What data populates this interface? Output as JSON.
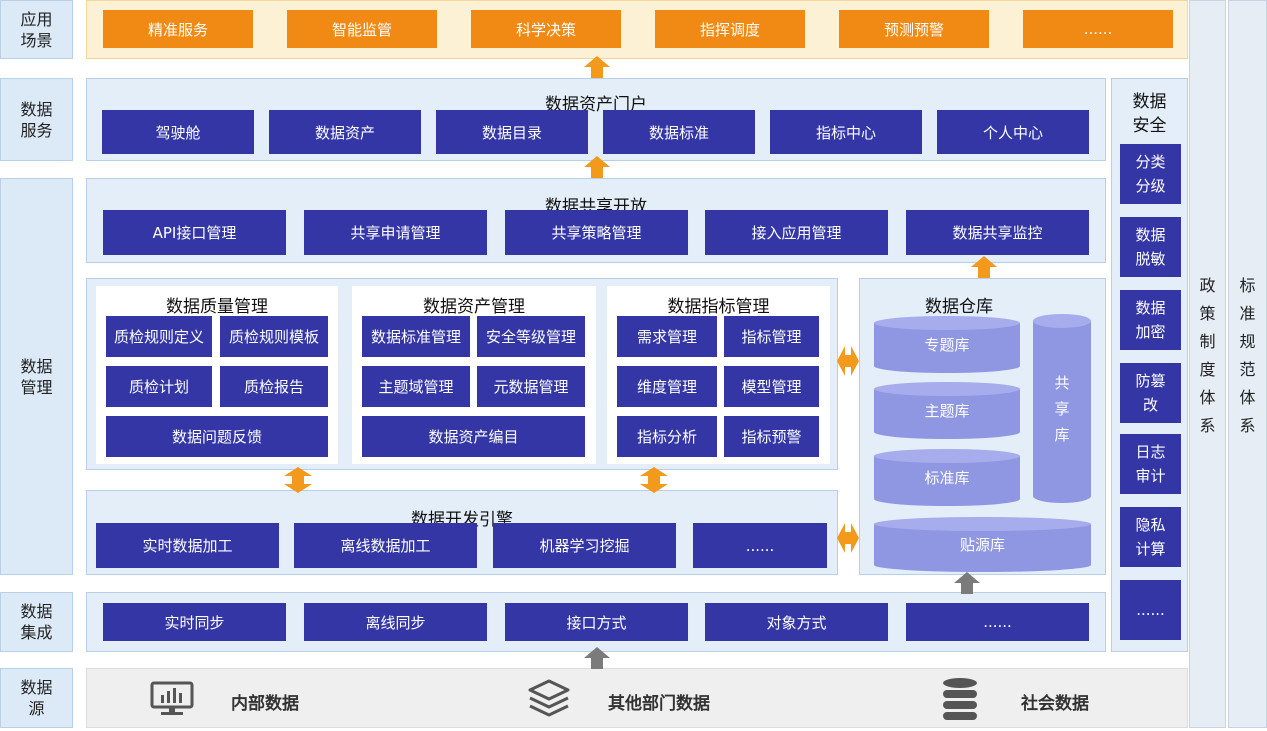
{
  "rows": {
    "app": "应用\n场景",
    "service": "数据\n服务",
    "manage": "数据\n管理",
    "integrate": "数据\n集成",
    "source": "数据\n源"
  },
  "app_scenes": [
    "精准服务",
    "智能监管",
    "科学决策",
    "指挥调度",
    "预测预警",
    "......"
  ],
  "portal": {
    "title": "数据资产门户",
    "items": [
      "驾驶舱",
      "数据资产",
      "数据目录",
      "数据标准",
      "指标中心",
      "个人中心"
    ]
  },
  "sharing": {
    "title": "数据共享开放",
    "items": [
      "API接口管理",
      "共享申请管理",
      "共享策略管理",
      "接入应用管理",
      "数据共享监控"
    ]
  },
  "quality": {
    "title": "数据质量管理",
    "items": [
      "质检规则定义",
      "质检规则模板",
      "质检计划",
      "质检报告"
    ],
    "wide": "数据问题反馈"
  },
  "asset": {
    "title": "数据资产管理",
    "items": [
      "数据标准管理",
      "安全等级管理",
      "主题域管理",
      "元数据管理"
    ],
    "wide": "数据资产编目"
  },
  "indicator": {
    "title": "数据指标管理",
    "items": [
      "需求管理",
      "指标管理",
      "维度管理",
      "模型管理",
      "指标分析",
      "指标预警"
    ]
  },
  "warehouse": {
    "title": "数据仓库",
    "dbs": [
      "专题库",
      "主题库",
      "标准库"
    ],
    "shared": "共\n享\n库",
    "source": "贴源库"
  },
  "dev_engine": {
    "title": "数据开发引擎",
    "items": [
      "实时数据加工",
      "离线数据加工",
      "机器学习挖掘",
      "......"
    ]
  },
  "integration": {
    "items": [
      "实时同步",
      "离线同步",
      "接口方式",
      "对象方式",
      "......"
    ]
  },
  "sources": [
    "内部数据",
    "其他部门数据",
    "社会数据"
  ],
  "security": {
    "title": "数据\n安全",
    "items": [
      "分类\n分级",
      "数据\n脱敏",
      "数据\n加密",
      "防篡\n改",
      "日志\n审计",
      "隐私\n计算",
      "......"
    ]
  },
  "policy": "政\n策\n制\n度\n体\n系",
  "standard": "标\n准\n规\n范\n体\n系",
  "colors": {
    "primary_button": "#3436a6",
    "orange_button": "#f18a14",
    "orange_arrow": "#f39a1c",
    "gray_arrow": "#7b7b7b",
    "panel_bg": "#e3eef9",
    "app_band": "#fdf1d5",
    "database": "#8f96e2"
  }
}
